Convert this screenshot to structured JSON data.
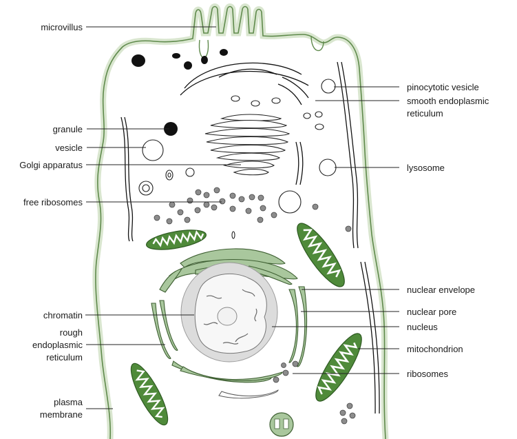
{
  "labels": {
    "microvillus": "microvillus",
    "granule": "granule",
    "vesicle": "vesicle",
    "golgi": "Golgi apparatus",
    "free_ribosomes": "free ribosomes",
    "chromatin": "chromatin",
    "rough_er": [
      "rough",
      "endoplasmic",
      "reticulum"
    ],
    "plasma_membrane": [
      "plasma",
      "membrane"
    ],
    "pinocytotic_vesicle": "pinocytotic vesicle",
    "smooth_er": [
      "smooth endoplasmic",
      "reticulum"
    ],
    "lysosome": "lysosome",
    "nuclear_envelope": "nuclear envelope",
    "nuclear_pore": "nuclear pore",
    "nucleus": "nucleus",
    "mitochondrion": "mitochondrion",
    "ribosomes": "ribosomes"
  },
  "colors": {
    "membrane_glow": "#d9e6cf",
    "membrane_stroke": "#5f8a4c",
    "mitochondrion_fill": "#4f8a3a",
    "rough_er_fill": "#a9c79d",
    "nucleus_fill": "#dcdcdc",
    "nucleolus_fill": "#f2f2f2",
    "granule_fill": "#111111",
    "ribosome_fill": "#8c8c8c"
  }
}
